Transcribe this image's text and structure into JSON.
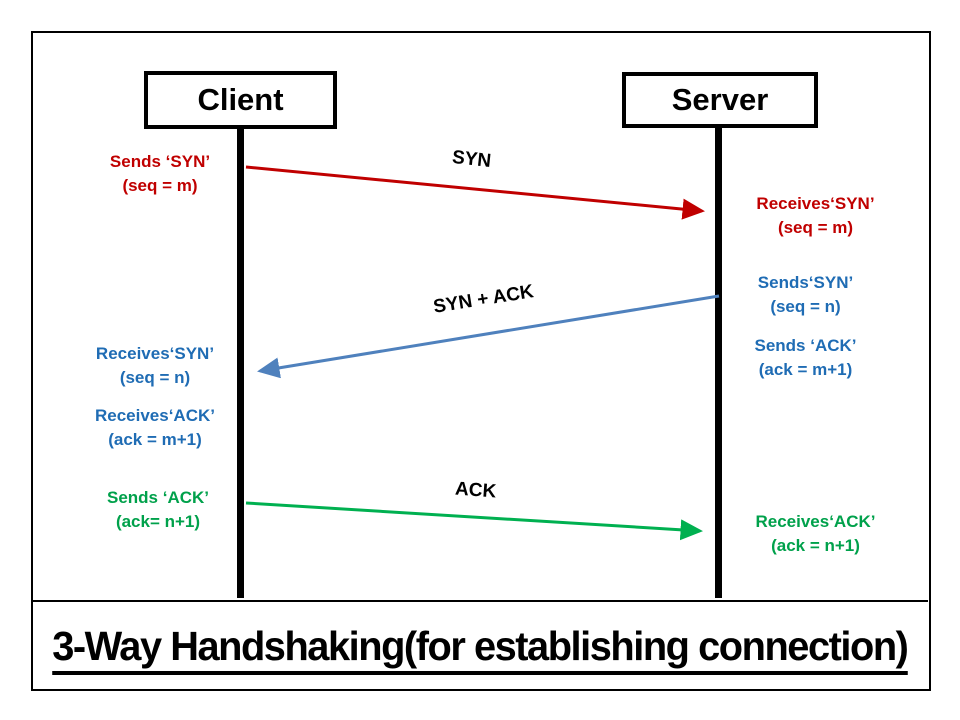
{
  "title": "3-Way Handshaking(for establishing connection)",
  "actors": {
    "client": "Client",
    "server": "Server"
  },
  "messages": {
    "syn": "SYN",
    "syn_ack": "SYN + ACK",
    "ack": "ACK"
  },
  "annotations": {
    "client_sends_syn": {
      "line1": "Sends ‘SYN’",
      "line2": "(seq = m)"
    },
    "server_receives_syn": {
      "line1": "Receives‘SYN’",
      "line2": "(seq = m)"
    },
    "server_sends_syn": {
      "line1": "Sends‘SYN’",
      "line2": "(seq = n)"
    },
    "server_sends_ack": {
      "line1": "Sends ‘ACK’",
      "line2": "(ack = m+1)"
    },
    "client_receives_syn": {
      "line1": "Receives‘SYN’",
      "line2": "(seq = n)"
    },
    "client_receives_ack": {
      "line1": "Receives‘ACK’",
      "line2": "(ack = m+1)"
    },
    "client_sends_ack": {
      "line1": "Sends ‘ACK’",
      "line2": "(ack= n+1)"
    },
    "server_receives_ack": {
      "line1": "Receives‘ACK’",
      "line2": "(ack = n+1)"
    }
  },
  "colors": {
    "syn_arrow_red": "#c00000",
    "syn_ack_arrow_blue": "#4f81bd",
    "blue_annotation_text": "#1f6cb4",
    "ack_arrow_green": "#00b050",
    "lifeline_black": "#000000"
  }
}
